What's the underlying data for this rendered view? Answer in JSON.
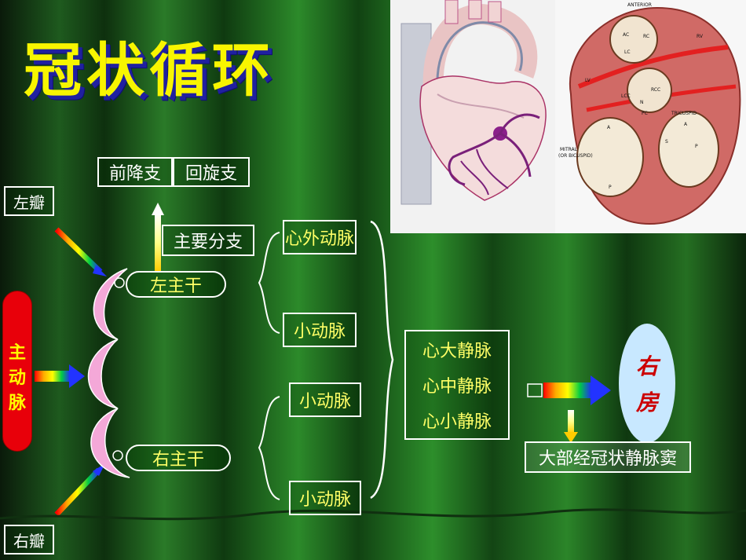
{
  "title": "冠状循环",
  "labels": {
    "left_valve": "左瓣",
    "right_valve": "右瓣",
    "aorta": [
      "主",
      "动",
      "脉"
    ],
    "anterior_branch": "前降支",
    "circumflex_branch": "回旋支",
    "main_branch": "主要分支",
    "left_main": "左主干",
    "right_main": "右主干",
    "epicardial_artery": "心外动脉",
    "small_artery_1": "小动脉",
    "small_artery_2": "小动脉",
    "small_artery_3": "小动脉",
    "great_cardiac_vein": "心大静脉",
    "middle_cardiac_vein": "心中静脉",
    "small_cardiac_vein": "心小静脉",
    "right_atrium": [
      "右",
      "房"
    ],
    "coronary_sinus": "大部经冠状静脉窦"
  },
  "valve_panel": {
    "anterior": "ANTERIOR",
    "ac": "AC",
    "rc": "RC",
    "lc": "LC",
    "rv": "RV",
    "lv": "LV",
    "lcc": "LCC",
    "rcc": "RCC",
    "n": "N",
    "pc": "PC",
    "tricuspid": "TRICUSPID",
    "a1": "A",
    "p1": "P",
    "a2": "A",
    "s": "S",
    "p2": "P",
    "mitral": "MITRAL",
    "or_bicuspid": "(OR BICUSPID)"
  },
  "colors": {
    "title": "#f8f500",
    "aorta": "#e8000a",
    "valve_cusp": "#f4a8d8",
    "right_atrium": "#c8e8ff"
  }
}
